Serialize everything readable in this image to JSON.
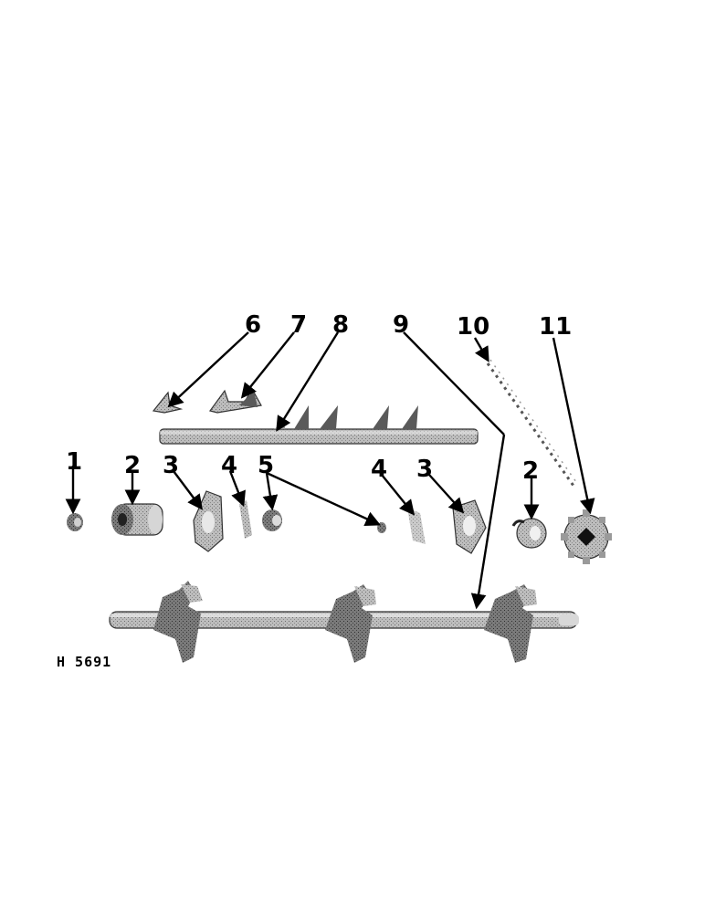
{
  "figure": {
    "code": "H 5691"
  },
  "callouts": [
    {
      "id": "c1",
      "label": "1"
    },
    {
      "id": "c2a",
      "label": "2"
    },
    {
      "id": "c3a",
      "label": "3"
    },
    {
      "id": "c4a",
      "label": "4"
    },
    {
      "id": "c5",
      "label": "5"
    },
    {
      "id": "c4b",
      "label": "4"
    },
    {
      "id": "c3b",
      "label": "3"
    },
    {
      "id": "c2b",
      "label": "2"
    },
    {
      "id": "c6",
      "label": "6"
    },
    {
      "id": "c7",
      "label": "7"
    },
    {
      "id": "c8",
      "label": "8"
    },
    {
      "id": "c9",
      "label": "9"
    },
    {
      "id": "c10",
      "label": "10"
    },
    {
      "id": "c11",
      "label": "11"
    }
  ]
}
